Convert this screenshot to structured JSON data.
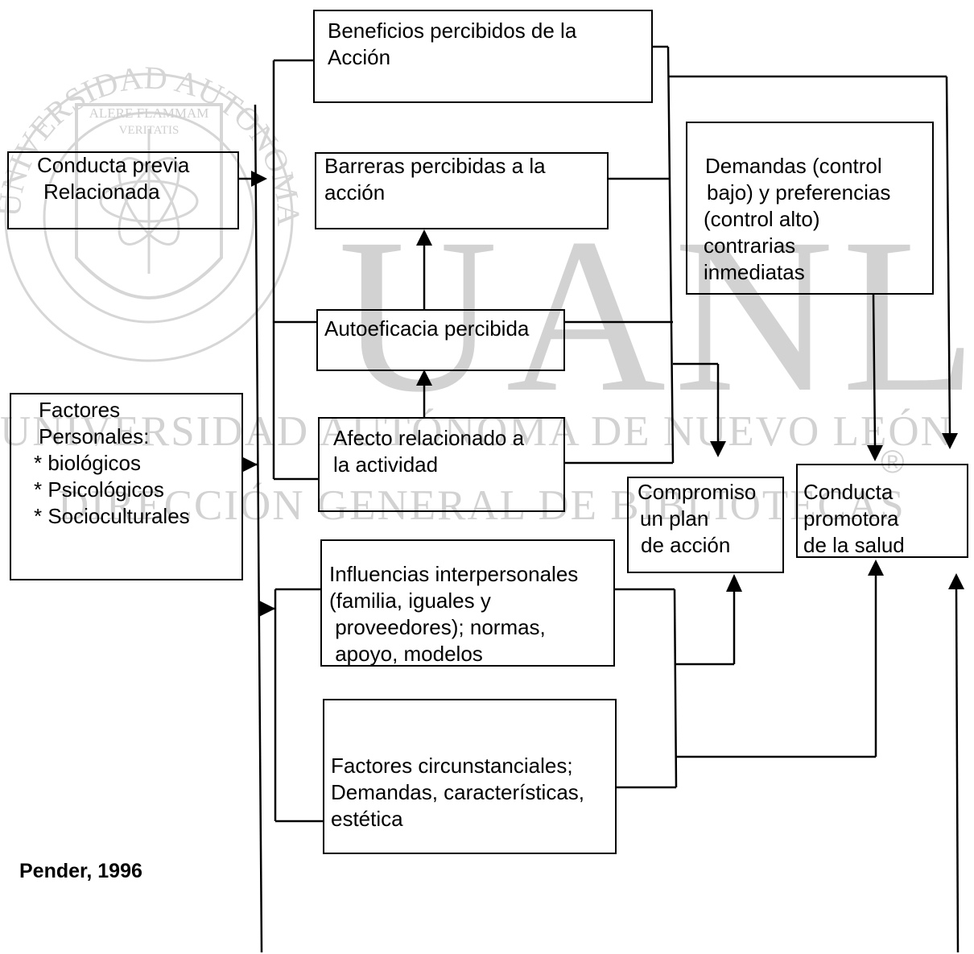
{
  "watermark": {
    "letters": "UANL",
    "university": "UNIVERSIDAD AUTÓNOMA DE NUEVO LEÓN",
    "direction": "DIRECCIÓN GENERAL DE BIBLIOTECAS",
    "seal_ring": "UNIVERSIDAD AUTONOMA DE NUEVO LEON",
    "seal_motto_1": "ALERE FLAMMAM",
    "seal_motto_2": "VERITATIS",
    "registered": "®"
  },
  "nodes": {
    "conducta_previa": [
      "Conducta previa",
      "Relacionada"
    ],
    "factores_personales": [
      "Factores",
      "Personales:",
      "* biológicos",
      "* Psicológicos",
      "* Socioculturales"
    ],
    "beneficios": [
      "Beneficios percibidos de la",
      "Acción"
    ],
    "barreras": [
      "Barreras percibidas a la",
      "acción"
    ],
    "autoeficacia": [
      "Autoeficacia percibida"
    ],
    "afecto": [
      "Afecto relacionado a",
      "la actividad"
    ],
    "influencias": [
      "Influencias interpersonales",
      "(familia, iguales y",
      " proveedores); normas,",
      " apoyo, modelos"
    ],
    "factores_circunstanciales": [
      "Factores circunstanciales;",
      "Demandas, características,",
      "estética"
    ],
    "demandas": [
      "Demandas (control",
      "bajo) y preferencias",
      "(control alto)",
      "contrarias",
      "inmediatas"
    ],
    "compromiso": [
      "Compromiso",
      "un plan",
      "de acción"
    ],
    "conducta_promotora": [
      "Conducta",
      "promotora",
      "de la salud"
    ]
  },
  "credit": "Pender, 1996"
}
